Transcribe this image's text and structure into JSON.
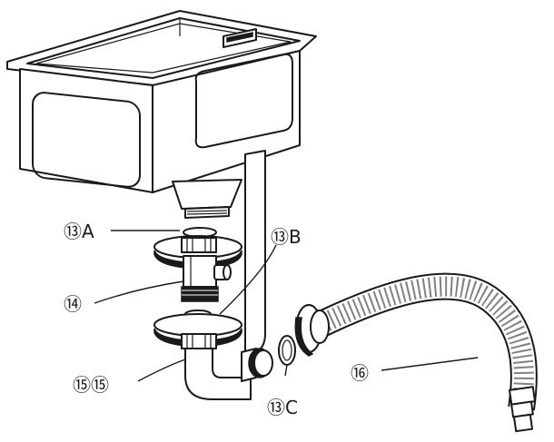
{
  "labels": {
    "part13a": "⑬A",
    "part13b": "⑬B",
    "part13c": "⑬C",
    "part14": "⑭",
    "part15": "⑮⑮",
    "part16": "⑯"
  },
  "colors": {
    "line": "#1a1a1a",
    "background": "#ffffff"
  }
}
